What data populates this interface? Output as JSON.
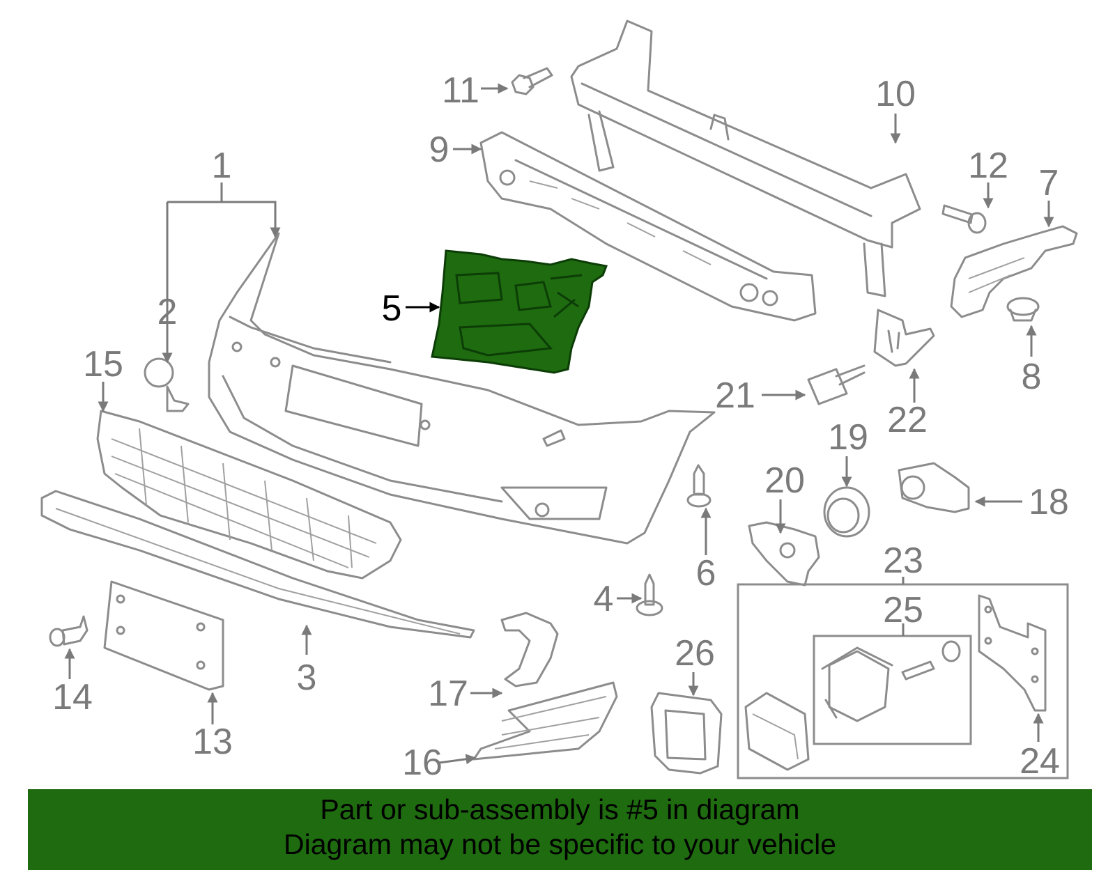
{
  "diagram": {
    "highlighted_part": "5",
    "callouts": [
      "1",
      "2",
      "3",
      "4",
      "5",
      "6",
      "7",
      "8",
      "9",
      "10",
      "11",
      "12",
      "13",
      "14",
      "15",
      "16",
      "17",
      "18",
      "19",
      "20",
      "21",
      "22",
      "23",
      "24",
      "25",
      "26"
    ]
  },
  "banner": {
    "line1": "Part or sub-assembly is #5 in diagram",
    "line2": "Diagram may not be specific to your vehicle"
  },
  "colors": {
    "highlight_fill": "#1e6b10",
    "banner_bg": "#1e6b10",
    "line_art": "#8c8c8c",
    "callout_text": "#7a7a7a"
  }
}
